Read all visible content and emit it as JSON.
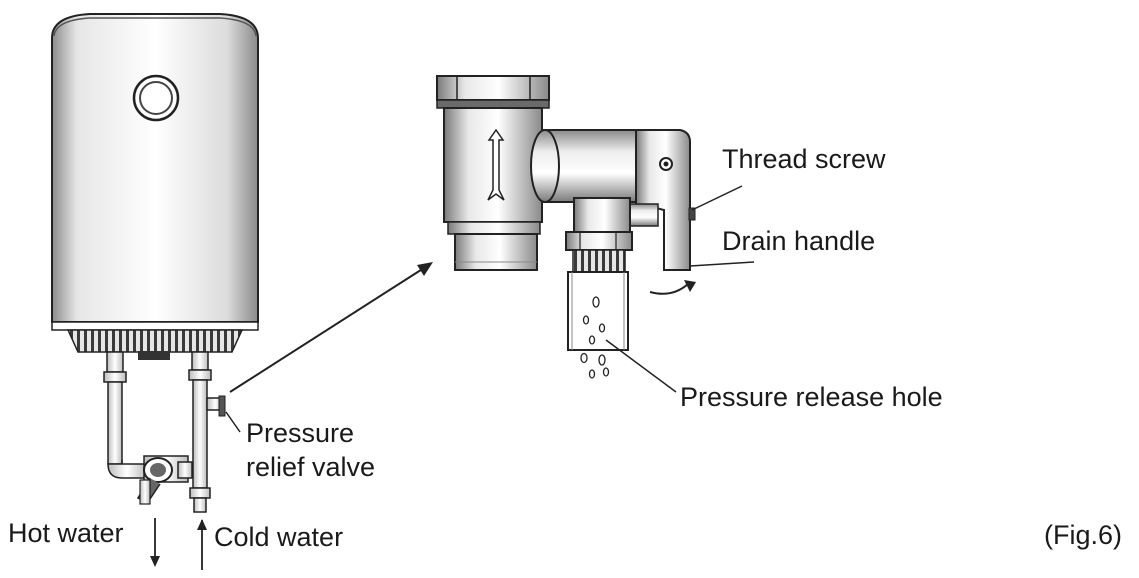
{
  "labels": {
    "pressure_relief_valve_line1": "Pressure",
    "pressure_relief_valve_line2": "relief valve",
    "hot_water": "Hot water",
    "cold_water": "Cold water",
    "thread_screw": "Thread screw",
    "drain_handle": "Drain handle",
    "pressure_release_hole": "Pressure release hole",
    "figure_caption": "(Fig.6)"
  },
  "colors": {
    "stroke": "#222222",
    "fill": "#ffffff",
    "shade": "#9a9a9a",
    "dark": "#333333"
  }
}
